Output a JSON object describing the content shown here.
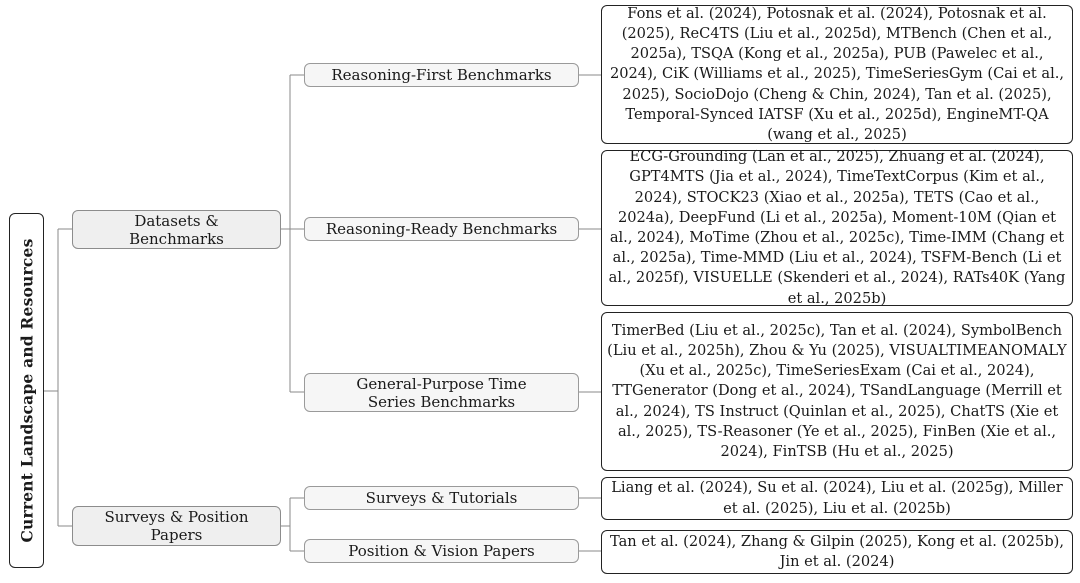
{
  "root": {
    "label": "Current Landscape and Resources"
  },
  "categories": [
    {
      "label": "Datasets & Benchmarks",
      "children": [
        {
          "label": "Reasoning-First Benchmarks",
          "leaf": "Fons et al. (2024), Potosnak et al. (2024), Potosnak et al. (2025), ReC4TS (Liu et al., 2025d), MTBench (Chen et al., 2025a), TSQA (Kong et al., 2025a), PUB (Pawelec et al., 2024), CiK (Williams et al., 2025), TimeSeriesGym (Cai et al., 2025), SocioDojo (Cheng & Chin, 2024), Tan et al. (2025), Temporal-Synced IATSF (Xu et al., 2025d), EngineMT-QA (wang et al., 2025)"
        },
        {
          "label": "Reasoning-Ready Benchmarks",
          "leaf": "ECG-Grounding (Lan et al., 2025), Zhuang et al. (2024), GPT4MTS (Jia et al., 2024), TimeTextCorpus (Kim et al., 2024), STOCK23 (Xiao et al., 2025a), TETS (Cao et al., 2024a), DeepFund (Li et al., 2025a), Moment-10M (Qian et al., 2024), MoTime (Zhou et al., 2025c), Time-IMM (Chang et al., 2025a), Time-MMD (Liu et al., 2024), TSFM-Bench (Li et al., 2025f), VISUELLE (Skenderi et al., 2024), RATs40K (Yang et al., 2025b)"
        },
        {
          "label": "General-Purpose Time Series Benchmarks",
          "leaf": "TimerBed (Liu et al., 2025c), Tan et al. (2024), SymbolBench (Liu et al., 2025h), Zhou & Yu (2025), VISUALTIMEANOMALY (Xu et al., 2025c), TimeSeriesExam (Cai et al., 2024), TTGenerator (Dong et al., 2024), TSandLanguage (Merrill et al., 2024), TS Instruct (Quinlan et al., 2025), ChatTS (Xie et al., 2025), TS-Reasoner (Ye et al., 2025), FinBen (Xie et al., 2024), FinTSB (Hu et al., 2025)"
        }
      ]
    },
    {
      "label": "Surveys & Position Papers",
      "children": [
        {
          "label": "Surveys & Tutorials",
          "leaf": "Liang et al. (2024), Su et al. (2024), Liu et al. (2025g), Miller et al. (2025), Liu et al. (2025b)"
        },
        {
          "label": "Position & Vision Papers",
          "leaf": "Tan et al. (2024), Zhang & Gilpin (2025), Kong et al. (2025b), Jin et al. (2024)"
        }
      ]
    }
  ]
}
